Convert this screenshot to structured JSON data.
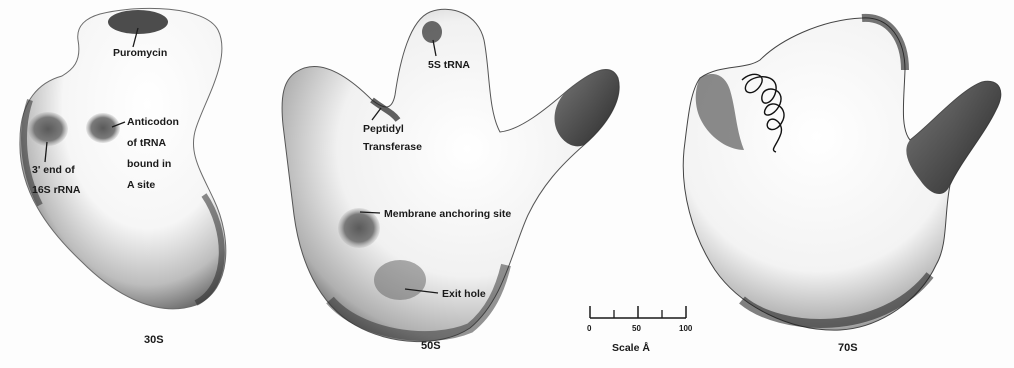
{
  "panels": [
    {
      "caption": "30S",
      "labels": {
        "puromycin": "Puromycin",
        "anticodon": [
          "Anticodon",
          "of tRNA",
          "bound in",
          "A site"
        ],
        "rrna_end": [
          "3' end of",
          "16S rRNA"
        ]
      }
    },
    {
      "caption": "50S",
      "labels": {
        "trna": "5S tRNA",
        "transferase": [
          "Peptidyl",
          "Transferase"
        ],
        "membrane": "Membrane anchoring site",
        "exit": "Exit hole"
      }
    },
    {
      "caption": "70S",
      "labels": {}
    }
  ],
  "scale_bar": {
    "ticks": [
      "0",
      "50",
      "100"
    ],
    "label": "Scale Å"
  }
}
